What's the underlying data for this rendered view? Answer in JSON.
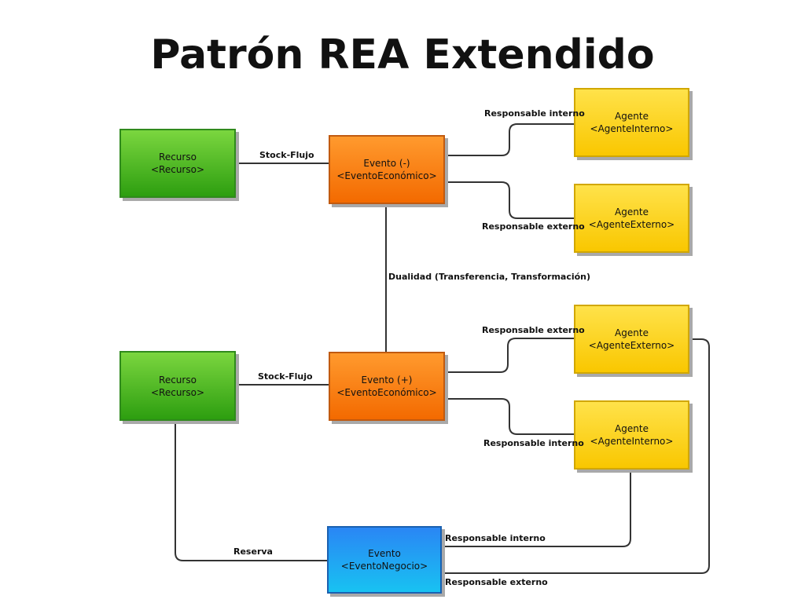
{
  "title": "Patrón REA Extendido",
  "nodes": {
    "recurso_top": {
      "line1": "Recurso",
      "line2": "<Recurso>"
    },
    "evento_minus": {
      "line1": "Evento (-)",
      "line2": "<EventoEconómico>"
    },
    "agente_top_interno": {
      "line1": "Agente",
      "line2": "<AgenteInterno>"
    },
    "agente_top_externo": {
      "line1": "Agente",
      "line2": "<AgenteExterno>"
    },
    "recurso_bottom": {
      "line1": "Recurso",
      "line2": "<Recurso>"
    },
    "evento_plus": {
      "line1": "Evento (+)",
      "line2": "<EventoEconómico>"
    },
    "agente_bottom_externo": {
      "line1": "Agente",
      "line2": "<AgenteExterno>"
    },
    "agente_bottom_interno": {
      "line1": "Agente",
      "line2": "<AgenteInterno>"
    },
    "evento_negocio": {
      "line1": "Evento",
      "line2": "<EventoNegocio>"
    }
  },
  "labels": {
    "stock_flujo_top": "Stock-Flujo",
    "responsable_interno_top": "Responsable interno",
    "responsable_externo_top": "Responsable externo",
    "dualidad": "Dualidad (Transferencia, Transformación)",
    "stock_flujo_bottom": "Stock-Flujo",
    "responsable_externo_mid": "Responsable externo",
    "responsable_interno_mid": "Responsable interno",
    "reserva": "Reserva",
    "responsable_interno_bottom": "Responsable interno",
    "responsable_externo_bottom": "Responsable externo"
  }
}
